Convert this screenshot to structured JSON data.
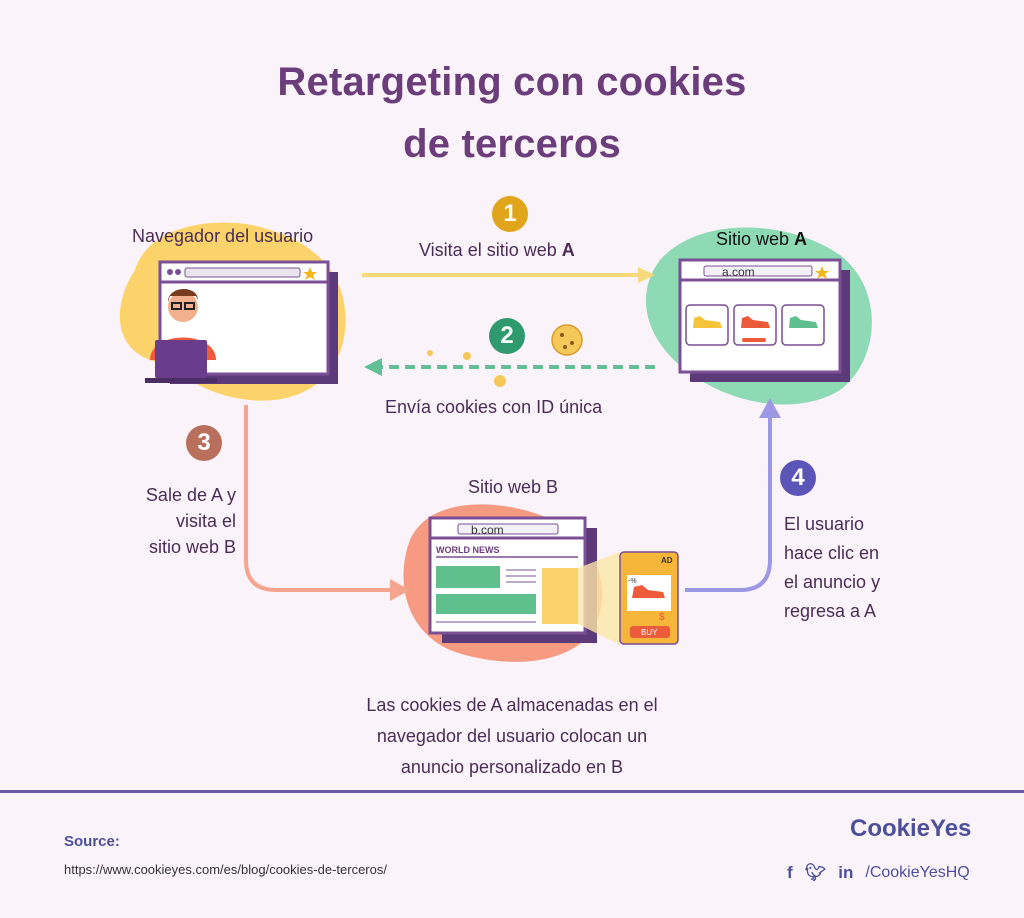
{
  "title": {
    "line1": "Retargeting con cookies",
    "line2": "de terceros"
  },
  "nodes": {
    "browser_label": "Navegador del usuario",
    "site_a": {
      "label_prefix": "Sitio web ",
      "label_bold": "A",
      "url": "a.com"
    },
    "site_b": {
      "label": "Sitio web B",
      "url": "b.com",
      "news": "WORLD NEWS",
      "ad_tag": "AD",
      "buy": "BUY",
      "discount": "-%",
      "price": "$"
    }
  },
  "steps": [
    {
      "num": "1",
      "color": "#e0a51a",
      "text_prefix": "Visita el sitio web ",
      "text_bold": "A"
    },
    {
      "num": "2",
      "color": "#2f9a6d",
      "text": "Envía cookies con ID única"
    },
    {
      "num": "3",
      "color": "#b8705c",
      "lines": [
        "Sale de A y",
        "visita el",
        "sitio web B"
      ]
    },
    {
      "num": "4",
      "color": "#5b55b8",
      "lines": [
        "El usuario",
        "hace clic en",
        "el anuncio y",
        "regresa a A"
      ]
    }
  ],
  "caption": [
    "Las cookies de A almacenadas en el",
    "navegador del usuario colocan un",
    "anuncio personalizado en B"
  ],
  "footer": {
    "source_label": "Source:",
    "source_url": "https://www.cookieyes.com/es/blog/cookies-de-terceros/",
    "brand": "CookieYes",
    "handle": "/CookieYesHQ",
    "social_icons": [
      "facebook-icon",
      "twitter-icon",
      "linkedin-icon"
    ]
  }
}
